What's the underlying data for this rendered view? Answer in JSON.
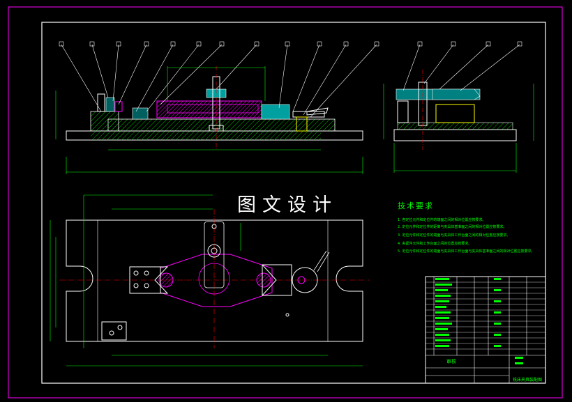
{
  "watermark": "图文设计",
  "technical_requirements": {
    "title": "技术要求",
    "items": [
      "1. 各定位元件和定位件的端面之间的相对位置应按要求。",
      "2. 定位元件和定位件的距离与夹具体基准面之间的相对位置应按要求。",
      "3. 定位元件和定位件的端面与夹具体工作台面之间的相对位置应按要求。",
      "4. 夹紧件元件和工作台面之间的位置应按要求。",
      "5. 定位元件和定位件的端面与夹具体工作台面与夹具体基准面之间的相对位置应按要求。"
    ]
  },
  "title_block": {
    "designer_label": "审核",
    "drawing_title": "铣床夹具装配图"
  },
  "colors": {
    "background": "#000000",
    "border": "#ffffff",
    "outer_frame": "#ff00ff",
    "leader": "#ffffff",
    "dimension": "#00ff00",
    "section_hatch": "#00ff00",
    "centerline": "#ff0000",
    "part_magenta": "#ff00ff",
    "part_cyan": "#00c0c0",
    "part_yellow": "#ffff00"
  }
}
